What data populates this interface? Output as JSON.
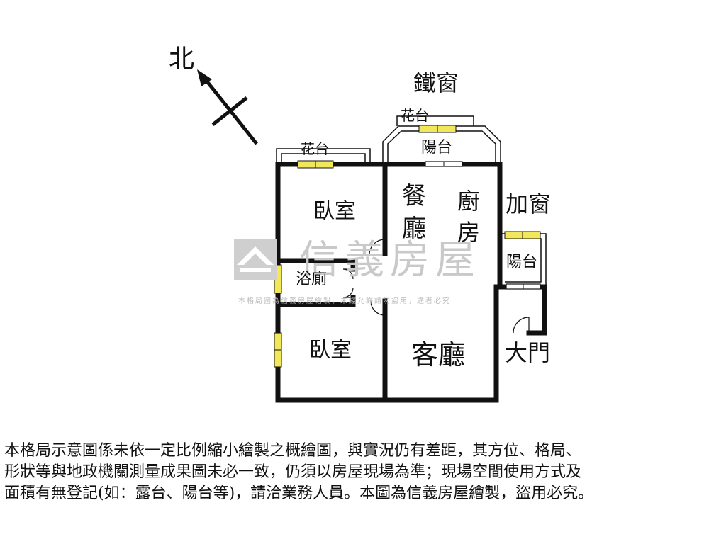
{
  "compass": {
    "north_label": "北"
  },
  "labels": {
    "iron_window": "鐵窗",
    "flower_bed_top": "花台",
    "flower_bed_left": "花台",
    "balcony_top": "陽台",
    "bedroom_top": "臥室",
    "dining": "餐\n廳",
    "kitchen": "廚\n房",
    "add_window": "加窗",
    "balcony_right": "陽台",
    "bathroom": "浴廁",
    "bedroom_bottom": "臥室",
    "living_room": "客廳",
    "main_door": "大門"
  },
  "watermark": {
    "brand": "信義房屋",
    "subtitle": "本格局圖為信義房屋繪製，未經允許請勿盜用，違者必究"
  },
  "notice": {
    "lines": [
      "本格局示意圖係未依一定比例縮小繪製之概繪圖，與實況仍有差距，其方位、格局、",
      "形狀等與地政機關測量成果圖未必一致，仍須以房屋現場為準；現場空間使用方式及",
      "面積有無登記(如：露台、陽台等)，請洽業務人員。本圖為信義房屋繪製，盜用必究。"
    ]
  },
  "colors": {
    "wall": "#111111",
    "window": "#f2e65a",
    "watermark": "#c9c9c9"
  }
}
